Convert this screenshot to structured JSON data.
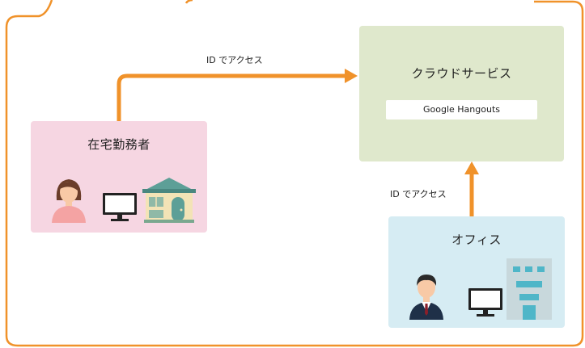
{
  "diagram": {
    "nodes": {
      "remote_worker": {
        "title": "在宅勤務者"
      },
      "cloud_service": {
        "title": "クラウドサービス",
        "service": "Google Hangouts"
      },
      "office": {
        "title": "オフィス"
      }
    },
    "edges": [
      {
        "from": "remote_worker",
        "to": "cloud_service",
        "label": "ID でアクセス"
      },
      {
        "from": "office",
        "to": "cloud_service",
        "label": "ID でアクセス"
      }
    ]
  },
  "colors": {
    "accent_orange": "#f0922a",
    "remote_bg": "#f6d6e2",
    "cloud_bg": "#dfe8cc",
    "office_bg": "#d6ecf3"
  },
  "icons": [
    "woman-icon",
    "monitor-icon",
    "house-icon",
    "businessman-icon",
    "office-building-icon"
  ]
}
